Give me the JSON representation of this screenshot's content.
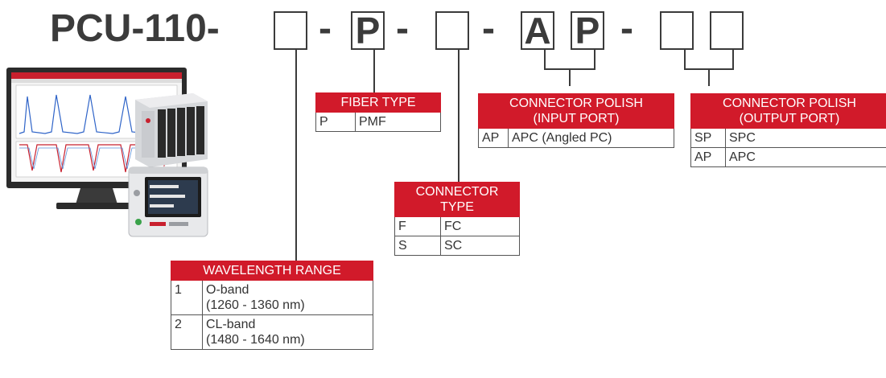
{
  "part_number": {
    "prefix": "PCU-110-",
    "separator": "-",
    "positions": [
      {
        "id": "wavelength",
        "value": ""
      },
      {
        "id": "fiber",
        "value": "P"
      },
      {
        "id": "connector",
        "value": ""
      },
      {
        "id": "polish_in_1",
        "value": "A"
      },
      {
        "id": "polish_in_2",
        "value": "P"
      },
      {
        "id": "polish_out_1",
        "value": ""
      },
      {
        "id": "polish_out_2",
        "value": ""
      }
    ]
  },
  "fiber_type": {
    "title": "FIBER TYPE",
    "rows": [
      {
        "code": "P",
        "desc": "PMF"
      }
    ]
  },
  "connector_polish_input": {
    "title_line1": "CONNECTOR POLISH",
    "title_line2": "(INPUT PORT)",
    "rows": [
      {
        "code": "AP",
        "desc": "APC (Angled PC)"
      }
    ]
  },
  "connector_polish_output": {
    "title_line1": "CONNECTOR POLISH",
    "title_line2": "(OUTPUT PORT)",
    "rows": [
      {
        "code": "SP",
        "desc": "SPC"
      },
      {
        "code": "AP",
        "desc": "APC"
      }
    ]
  },
  "connector_type": {
    "title_line1": "CONNECTOR",
    "title_line2": "TYPE",
    "rows": [
      {
        "code": "F",
        "desc": "FC"
      },
      {
        "code": "S",
        "desc": "SC"
      }
    ]
  },
  "wavelength_range": {
    "title": "WAVELENGTH RANGE",
    "rows": [
      {
        "code": "1",
        "desc_line1": "O-band",
        "desc_line2": "(1260 - 1360 nm)"
      },
      {
        "code": "2",
        "desc_line1": "CL-band",
        "desc_line2": "(1480 - 1640 nm)"
      }
    ]
  },
  "colors": {
    "header_red": "#d11a2a",
    "text_dark": "#3b3b3b"
  }
}
